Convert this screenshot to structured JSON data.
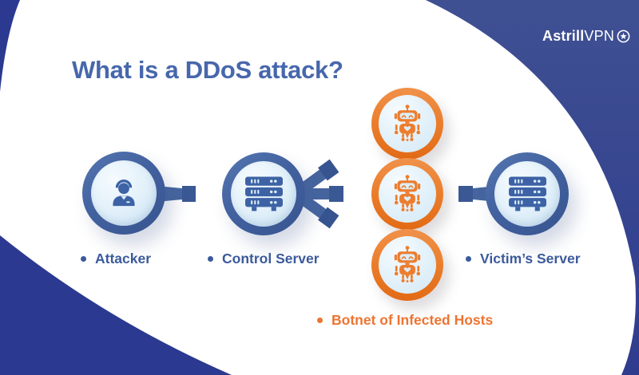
{
  "brand": {
    "name_bold": "Astrill",
    "name_light": "VPN",
    "icon": "star-circle-icon"
  },
  "title": "What is a DDoS attack?",
  "diagram": {
    "attacker": {
      "label": "Attacker",
      "icon": "person-icon"
    },
    "control_server": {
      "label": "Control Server",
      "icon": "server-icon"
    },
    "botnet": {
      "label": "Botnet of Infected Hosts",
      "icon": "robot-icon",
      "host_count": 3
    },
    "victim_server": {
      "label": "Victim’s Server",
      "icon": "server-icon"
    }
  },
  "colors": {
    "background_indigo": "#3E4F92",
    "background_navy": "#2B3990",
    "title_blue": "#4767AC",
    "label_blue": "#3B5A9B",
    "accent_orange": "#EA7B28",
    "orange_text": "#ED7431",
    "node_ring_blue": "#44639F",
    "connector_tip_blue": "#36548F",
    "icon_blue": "#3D63A6",
    "inner_light_blue": "#DCEEF8"
  }
}
